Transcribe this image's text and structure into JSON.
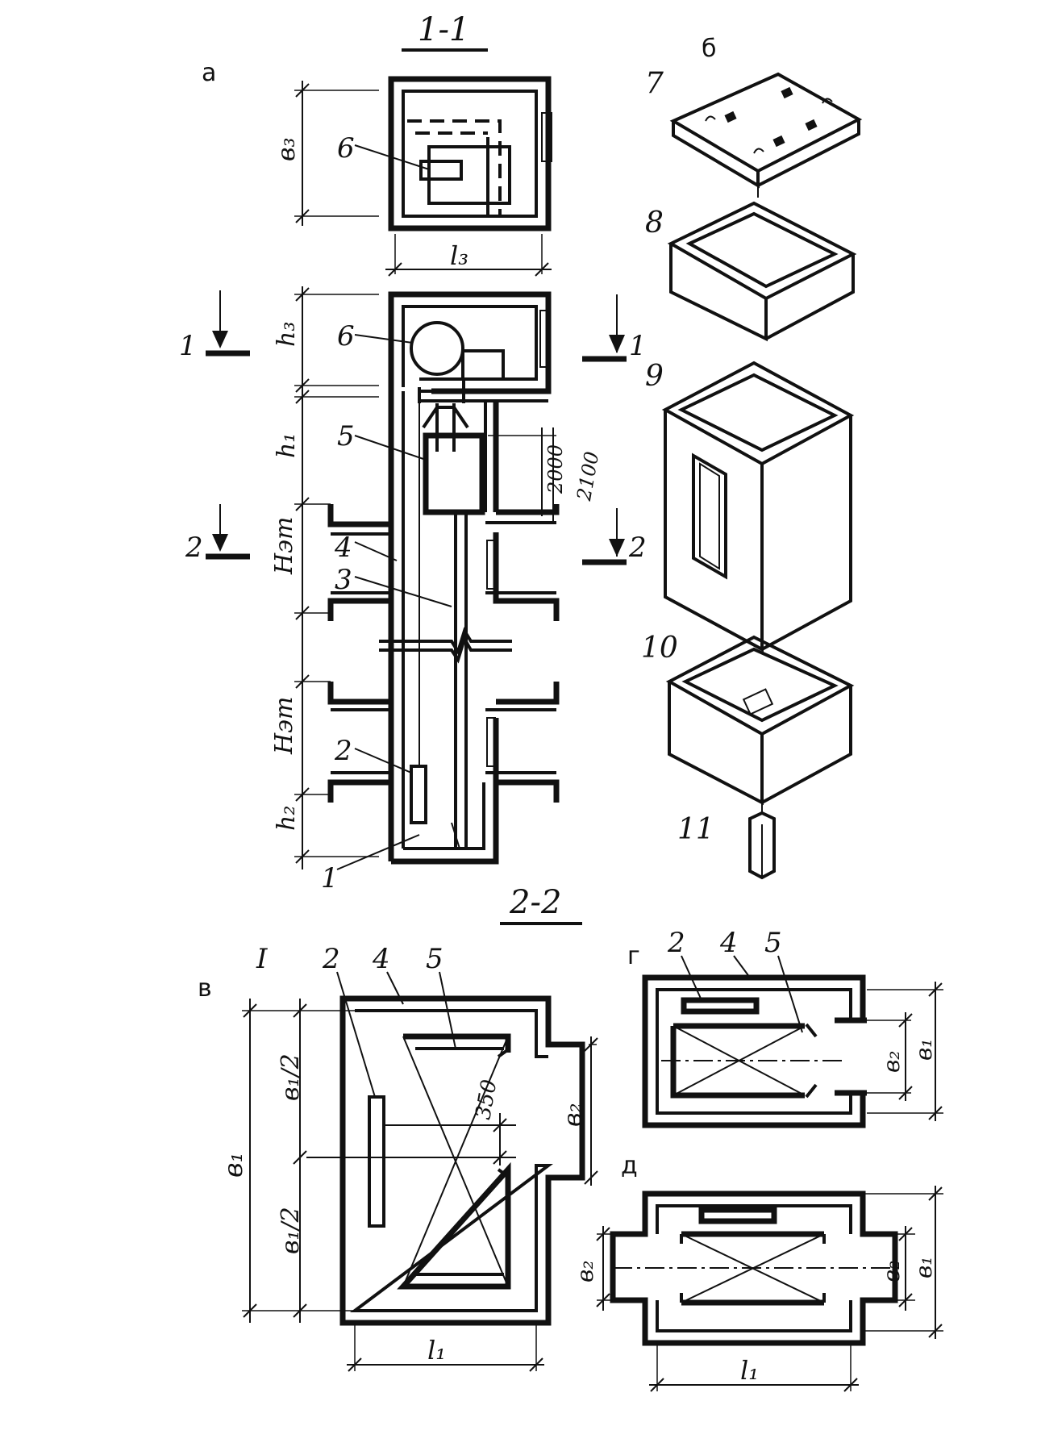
{
  "title": "1-1",
  "section_2_title": "2-2",
  "panel_letters": {
    "a": "а",
    "b": "б",
    "v": "в",
    "g": "г",
    "d": "д"
  },
  "roman_one": "I",
  "part_numbers": {
    "n1": "1",
    "n2": "2",
    "n3": "3",
    "n4": "4",
    "n5": "5",
    "n6": "6",
    "n7": "7",
    "n8": "8",
    "n9": "9",
    "n10": "10",
    "n11": "11"
  },
  "dimension_labels": {
    "b3": "в₃",
    "l3": "l₃",
    "h3": "h₃",
    "h1": "h₁",
    "Hzt": "Hэт",
    "h2": "h₂",
    "v1": "в₁",
    "v1_half": "в₁/2",
    "v2": "в₂",
    "l1": "l₁",
    "d2000": "2000",
    "d2100": "2100",
    "d350": "350"
  },
  "section_marks": {
    "m1": "1",
    "m2": "2"
  },
  "colors": {
    "ink": "#111111",
    "paper": "#ffffff",
    "hatch": "#cfcfcf"
  }
}
